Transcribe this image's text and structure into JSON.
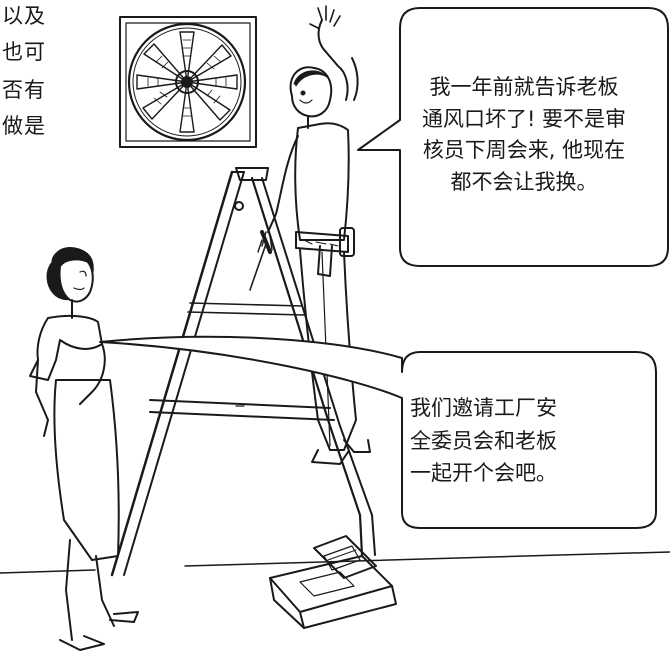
{
  "side_text": {
    "lines": [
      "以及",
      "也可",
      "否有",
      "做是"
    ]
  },
  "bubble_worker": {
    "lines": [
      "我一年前就告诉老板",
      "通风口坏了! 要不是审",
      "核员下周会来, 他现在",
      "都不会让我换。"
    ]
  },
  "bubble_woman": {
    "lines": [
      "我们邀请工厂安",
      "全委员会和老板",
      "一起开个会吧。"
    ]
  },
  "colors": {
    "ink": "#1a1a1a",
    "paper": "#ffffff"
  }
}
